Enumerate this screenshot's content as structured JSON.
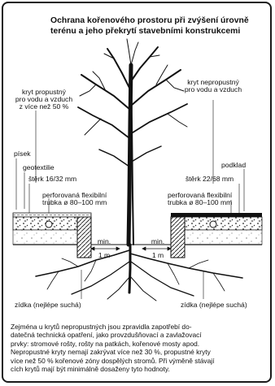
{
  "title": "Ochrana kořenového prostoru při zvýšení úrovně terénu a jeho překrytí stavebními konstrukcemi",
  "labels": {
    "cover_permeable": "kryt propustný",
    "cover_permeable_2": "pro vodu a vzduch",
    "cover_permeable_3": "z více než 50 %",
    "cover_impermeable": "kryt nepropustný",
    "cover_impermeable_2": "pro vodu a vzduch",
    "sand": "písek",
    "geotextile": "geotextilie",
    "gravel_left": "štěrk 16/32 mm",
    "gravel_right": "štěrk 22/68 mm",
    "base": "podklad",
    "pipe_left_1": "perforovaná flexibilní",
    "pipe_left_2": "trubka ø 80–100 mm",
    "pipe_right_1": "perforovaná flexibilní",
    "pipe_right_2": "trubka ø 80–100 mm",
    "min_left_1": "min.",
    "min_left_2": "1 m",
    "min_right_1": "min.",
    "min_right_2": "1 m",
    "wall_left": "zídka (nejlépe suchá)",
    "wall_right": "zídka (nejlépe suchá)"
  },
  "paragraph": "Zejména u krytů nepropustných jsou zpravidla zapotřebí do-\ndatečná technická opatření, jako provzdušňovací a zavlažovací\nprvky: stromové rošty, rošty na patkách, kořenové mosty apod.\nNepropustné kryty nemají zakrývat více než 30 %, propustné kryty\nvíce než 50 % kořenové zóny dospělých stromů. Při výměně stávají\ncích krytů mají být minimálně dosaženy tyto hodnoty.",
  "colors": {
    "ink": "#111111",
    "frame": "#1a1a1a",
    "background": "#ffffff"
  }
}
